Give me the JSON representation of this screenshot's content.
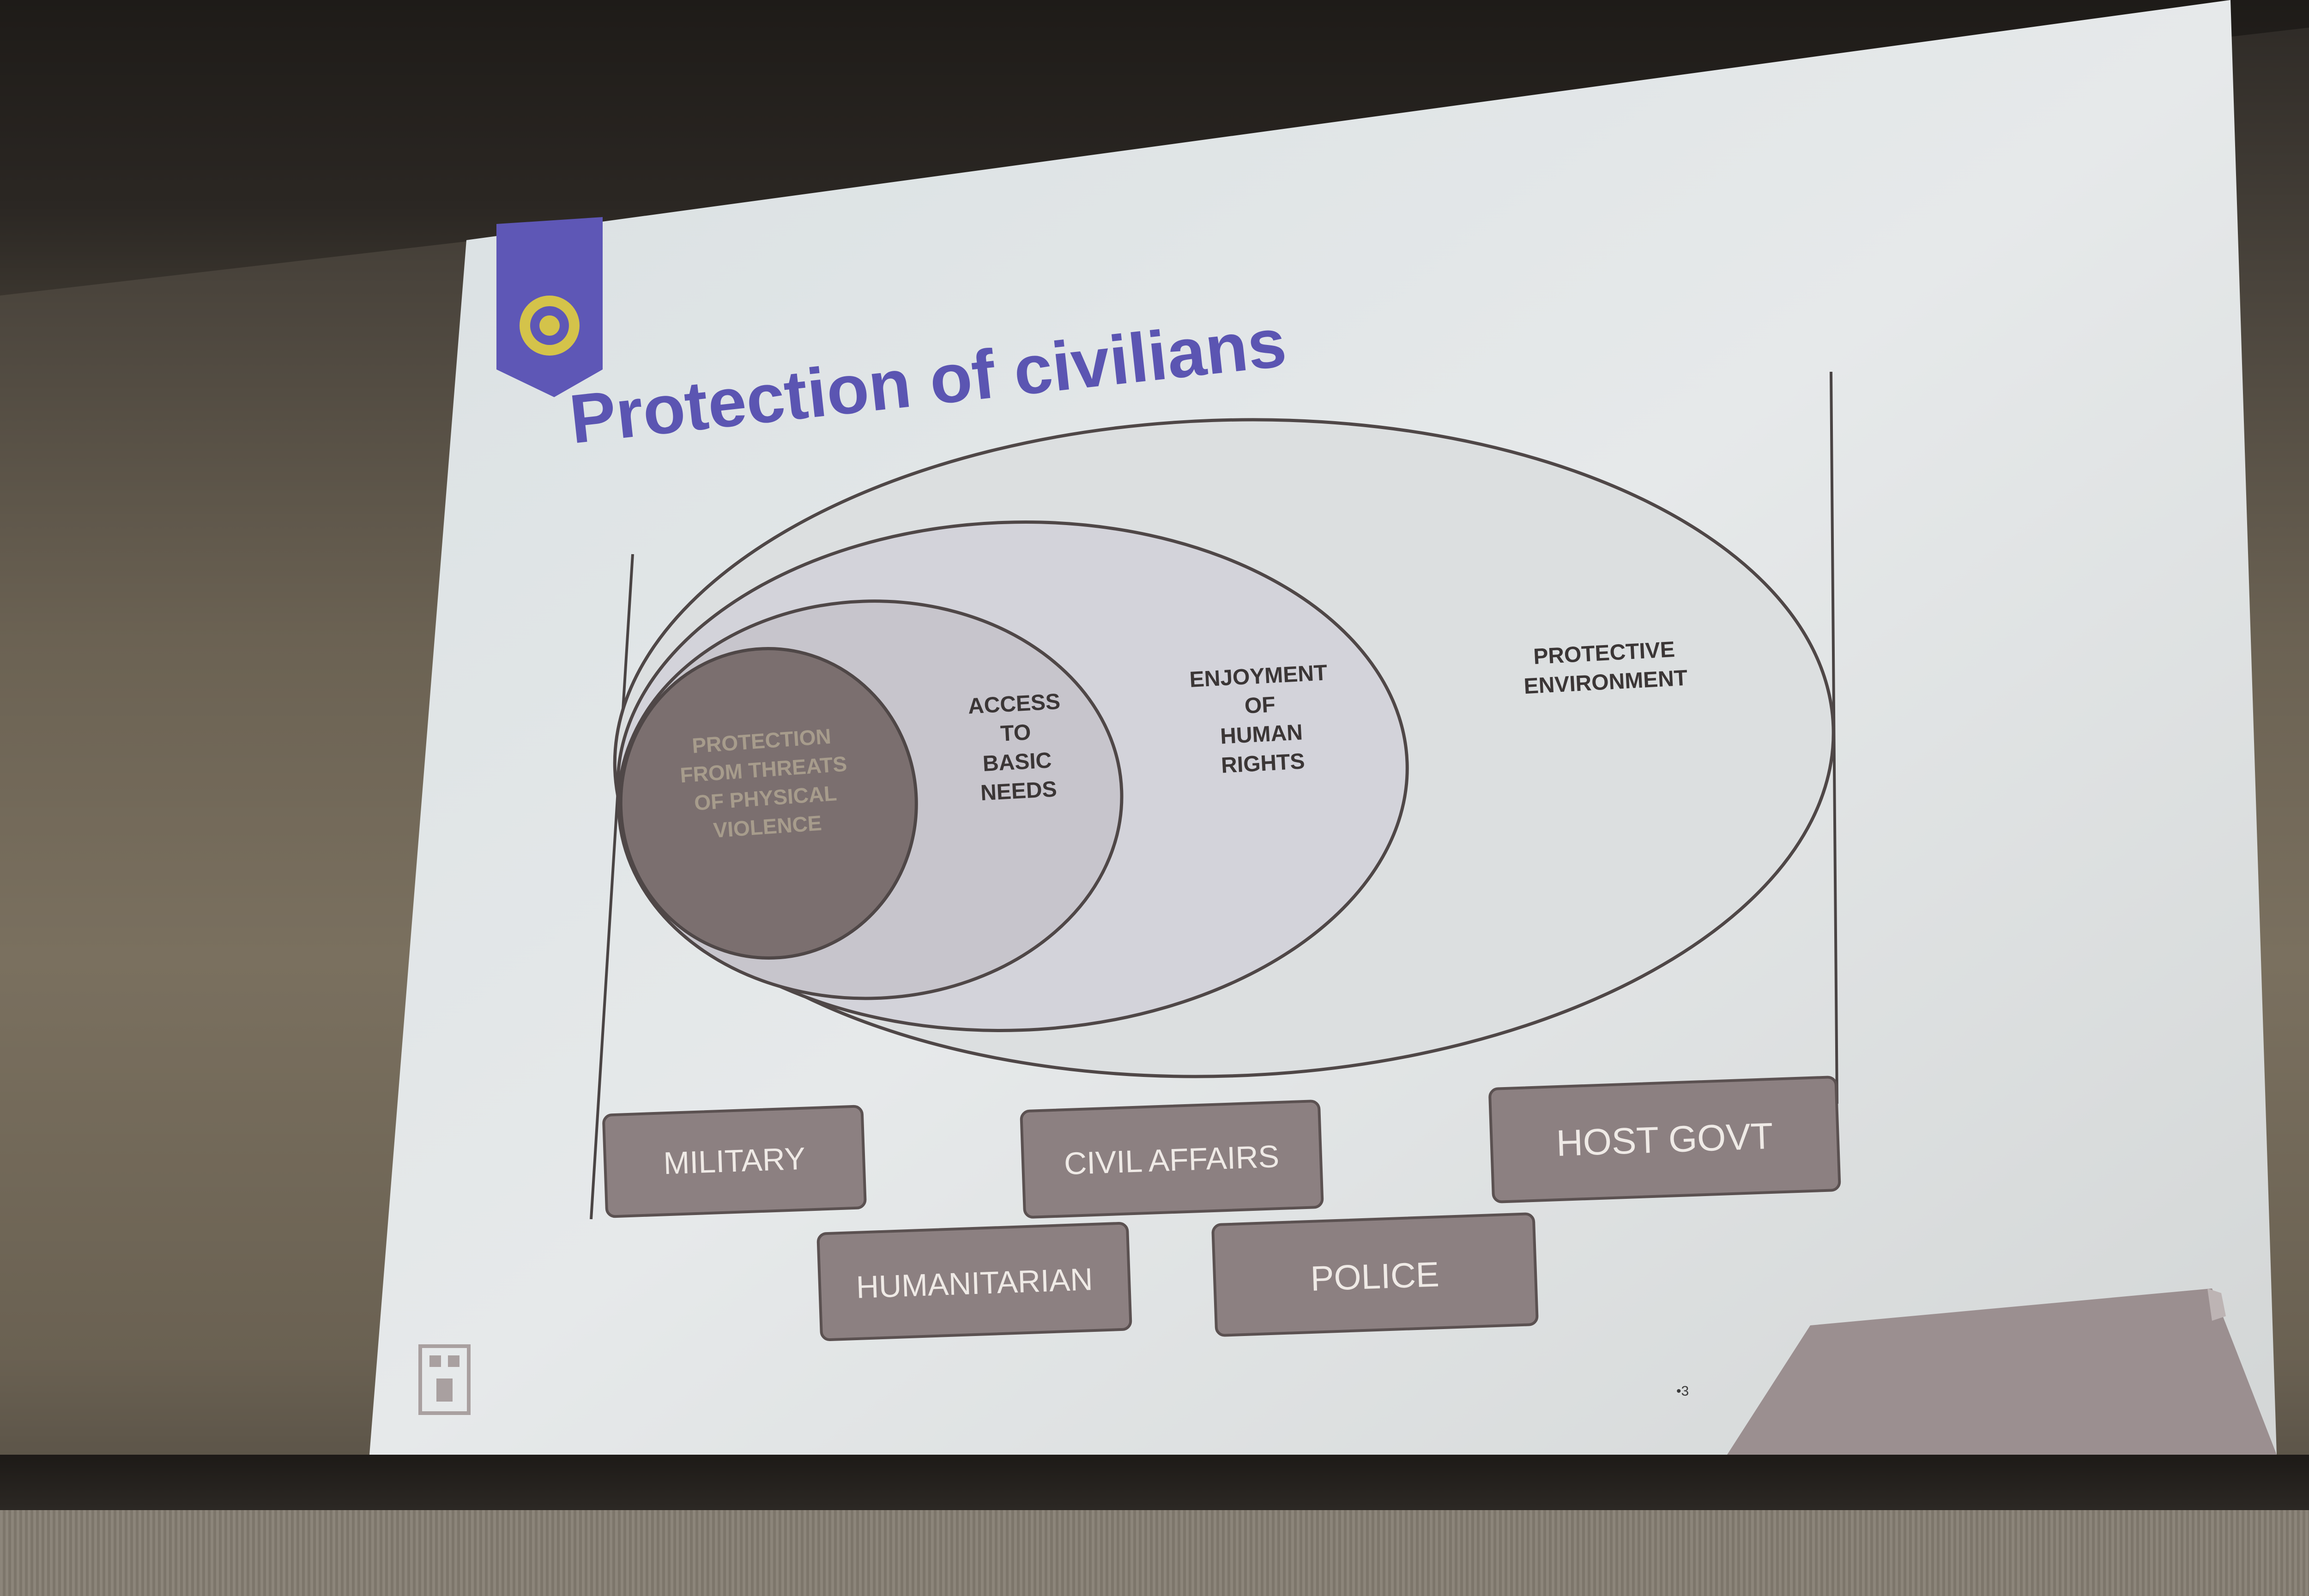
{
  "slide": {
    "title": "Protection of civilians",
    "page_number": "•3"
  },
  "diagram": {
    "rings": [
      {
        "label_lines": [
          "PROTECTION",
          "FROM THREATS",
          "OF PHYSICAL",
          "VIOLENCE"
        ]
      },
      {
        "label_lines": [
          "ACCESS",
          "TO",
          "BASIC",
          "NEEDS"
        ]
      },
      {
        "label_lines": [
          "ENJOYMENT",
          "OF",
          "HUMAN",
          "RIGHTS"
        ]
      },
      {
        "label_lines": [
          "PROTECTIVE",
          "ENVIRONMENT"
        ]
      }
    ],
    "actors": [
      {
        "label": "MILITARY"
      },
      {
        "label": "CIVIL AFFAIRS"
      },
      {
        "label": "HOST GOVT"
      },
      {
        "label": "HUMANITARIAN"
      },
      {
        "label": "POLICE"
      }
    ]
  },
  "colors": {
    "title": "#5b55b2",
    "badge": "#5e57b6",
    "inner_ring": "#7b6f6f",
    "actor_box": "#8c8081",
    "slide_bg": "#dfe4e6"
  },
  "icons": [
    "laurel-emblem-icon",
    "castle-logo-icon"
  ]
}
